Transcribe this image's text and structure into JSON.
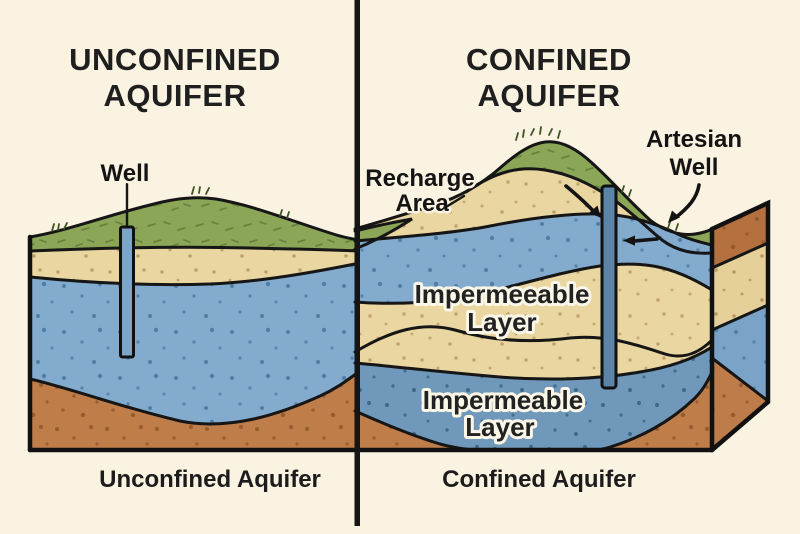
{
  "figure": {
    "kind": "geological cross-section diagram",
    "subject": "Unconfined vs confined aquifer"
  },
  "titles": {
    "left": {
      "line1": "UNCONFINED",
      "line2": "AQUIFER"
    },
    "right": {
      "line1": "CONFINED",
      "line2": "AQUIFER"
    }
  },
  "captions": {
    "left": "Unconfined Aquifer",
    "right": "Confined Aquifer"
  },
  "labels": {
    "well": "Well",
    "recharge": {
      "line1": "Recharge",
      "line2": "Area"
    },
    "artesian": {
      "line1": "Artesian",
      "line2": "Well"
    },
    "impermeable_upper": {
      "line1": "Impermeeable",
      "line2": "Layer"
    },
    "impermeable_lower": {
      "line1": "Impermeable",
      "line2": "Layer"
    }
  },
  "colors": {
    "background": "#faf3e1",
    "outline": "#161616",
    "grass_green": "#8aa656",
    "sand_tan": "#e9d6a0",
    "aquifer_blue": "#83abce",
    "deep_aquifer_blue": "#6f98ba",
    "soil_brown": "#bf7d4a",
    "side_topsoil_brown": "#b5703f",
    "well_pipe_blue": "#7ba6c9",
    "artesian_pipe_blue": "#5b84a6",
    "text": "#1f1f1f"
  }
}
